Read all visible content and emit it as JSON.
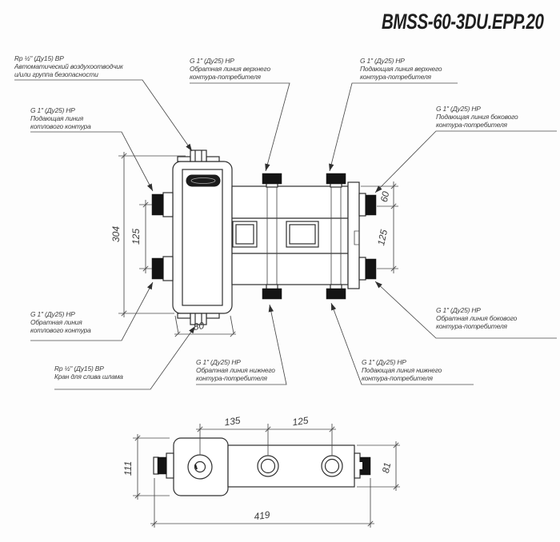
{
  "title": "BMSS-60-3DU.EPP.20",
  "callouts": [
    {
      "id": "air-vent",
      "lines": [
        "Rp ½\" (Ду15) ВР",
        "Автоматический воздухоотводчик",
        "и/или группа безопасности"
      ]
    },
    {
      "id": "boiler-supply",
      "lines": [
        "G 1\" (Ду25) НР",
        "Подающая линия",
        "котлового контура"
      ]
    },
    {
      "id": "upper-circuit-return",
      "lines": [
        "G 1\" (Ду25) НР",
        "Обратная линия верхнего",
        "контура-потребителя"
      ]
    },
    {
      "id": "upper-circuit-supply",
      "lines": [
        "G 1\" (Ду25) НР",
        "Подающая линия верхнего",
        "контура-потребителя"
      ]
    },
    {
      "id": "side-circuit-supply",
      "lines": [
        "G 1\" (Ду25) НР",
        "Подающая линия бокового",
        "контура-потребителя"
      ]
    },
    {
      "id": "boiler-return",
      "lines": [
        "G 1\" (Ду25) НР",
        "Обратная линия",
        "котлового контура"
      ]
    },
    {
      "id": "sludge-drain",
      "lines": [
        "Rp ½\" (Ду15) ВР",
        "Кран для слива шлама"
      ]
    },
    {
      "id": "lower-circuit-return",
      "lines": [
        "G 1\" (Ду25) НР",
        "Обратная линия нижнего",
        "контура-потребителя"
      ]
    },
    {
      "id": "lower-circuit-supply",
      "lines": [
        "G 1\" (Ду25) НР",
        "Подающая линия нижнего",
        "контура-потребителя"
      ]
    },
    {
      "id": "side-circuit-return",
      "lines": [
        "G 1\" (Ду25) НР",
        "Обратная линия бокового",
        "контура-потребителя"
      ]
    }
  ],
  "dimensions": {
    "front": {
      "overall_height": "304",
      "port_spacing_left": "125",
      "base_width": "80",
      "side_port_offset": "60",
      "port_spacing_right": "125"
    },
    "top": {
      "overall_depth": "111",
      "spacing_first": "135",
      "spacing_second": "125",
      "overall_length": "419",
      "body_depth": "81"
    }
  },
  "colors": {
    "line": "#2f2f2f",
    "text": "#3c3c3c",
    "port_fill": "#141414",
    "badge_fill": "#1c1c1c",
    "background": "#fdfdfd"
  }
}
